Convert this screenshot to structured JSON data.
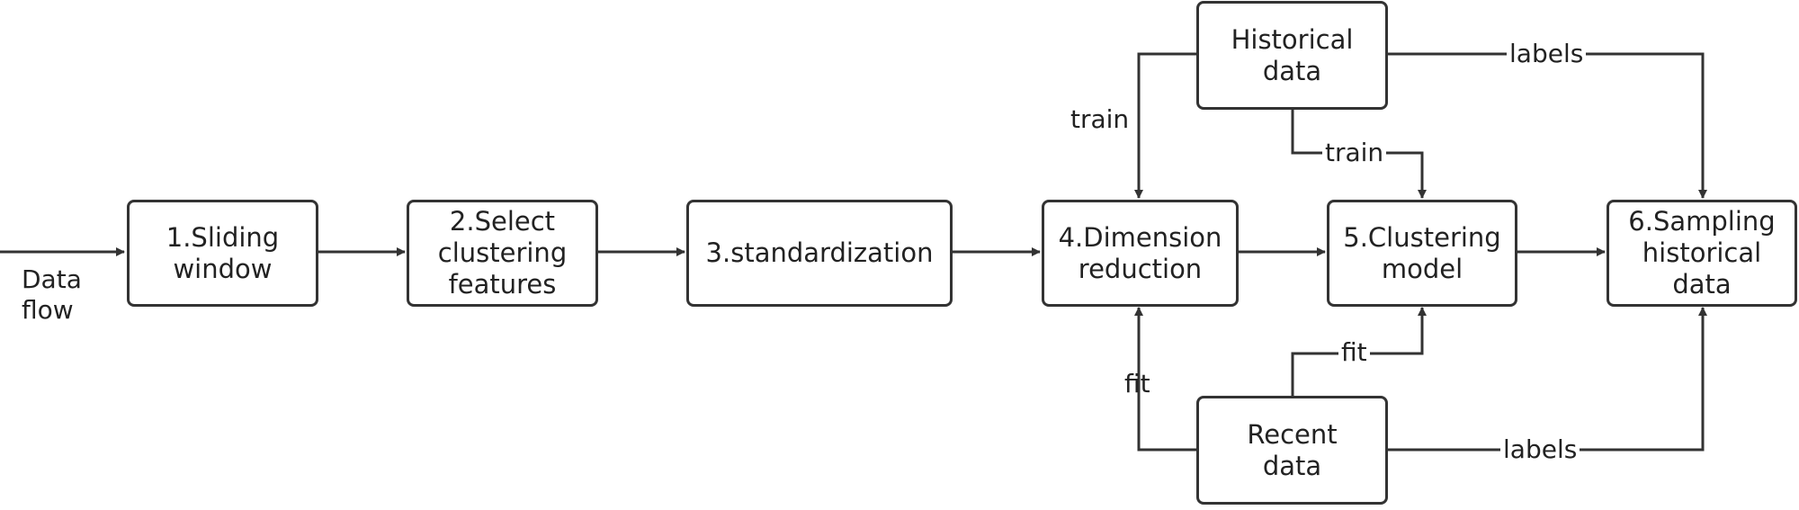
{
  "nodes": {
    "sliding_window": "1.Sliding\nwindow",
    "select_features": "2.Select\nclustering\nfeatures",
    "standardization": "3.standardization",
    "dimension_reduction": "4.Dimension\nreduction",
    "clustering_model": "5.Clustering\nmodel",
    "sampling": "6.Sampling\nhistorical\ndata",
    "historical_data": "Historical\ndata",
    "recent_data": "Recent\ndata"
  },
  "edge_labels": {
    "data_flow": "Data\nflow",
    "train_dimension": "train",
    "train_clustering": "train",
    "labels_historical": "labels",
    "fit_dimension": "fit",
    "fit_clustering": "fit",
    "labels_recent": "labels"
  },
  "colors": {
    "stroke": "#333333",
    "text": "#222222",
    "background": "#ffffff"
  }
}
